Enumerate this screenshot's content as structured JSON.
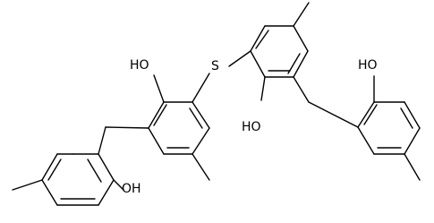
{
  "atom_labels": {
    "hydroxyl_top_left": "HO",
    "sulfur": "S",
    "hydroxyl_bottom_left": "OH",
    "hydroxyl_center": "HO",
    "hydroxyl_right": "HO"
  },
  "colors": {
    "bond": "#000000",
    "label": "#000000",
    "background": "#ffffff"
  }
}
